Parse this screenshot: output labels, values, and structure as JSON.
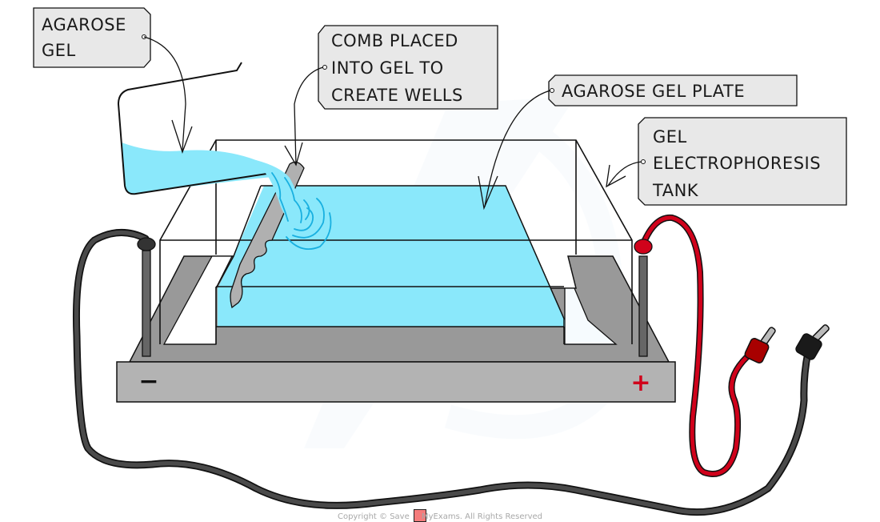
{
  "diagram": {
    "title": "Gel electrophoresis setup: pouring agarose gel",
    "labels": {
      "agarose_gel": [
        "AGAROSE",
        "GEL"
      ],
      "comb": [
        "COMB  PLACED",
        "INTO  GEL  TO",
        "CREATE  WELLS"
      ],
      "gel_plate": [
        "AGAROSE  GEL  PLATE"
      ],
      "tank": [
        "GEL",
        "ELECTROPHORESIS",
        "TANK"
      ]
    },
    "terminals": {
      "negative": {
        "symbol": "−",
        "color": "#111111",
        "lead_color": "#444444"
      },
      "positive": {
        "symbol": "+",
        "color": "#d0021b",
        "lead_color": "#d0021b"
      }
    },
    "colors": {
      "gel": "#8ae8fb",
      "gel_swirl": "#19b0e0",
      "tank_base_dark": "#999999",
      "tank_front": "#b3b3b3",
      "label_fill": "#e8e8e8",
      "comb": "#b0b0b0",
      "electrode": "#666666"
    }
  },
  "footer": {
    "copyright_prefix": "Copyright © Save ",
    "copyright_logo": "My",
    "copyright_suffix": "Exams. All Rights Reserved"
  }
}
